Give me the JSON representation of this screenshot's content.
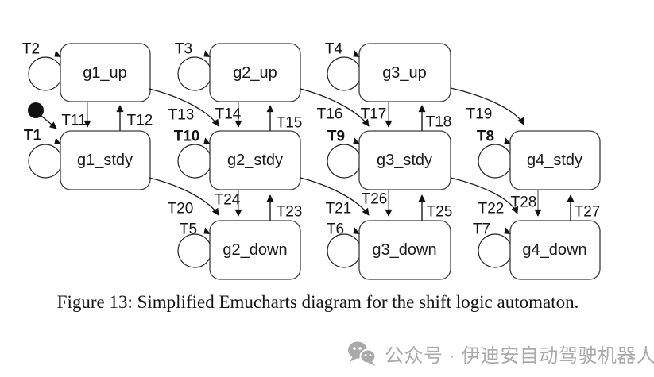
{
  "diagram": {
    "title": "shift logic automaton",
    "initial_state": "g1_stdy",
    "states": [
      {
        "label": "g1_up"
      },
      {
        "label": "g2_up"
      },
      {
        "label": "g3_up"
      },
      {
        "label": "g1_stdy"
      },
      {
        "label": "g2_stdy"
      },
      {
        "label": "g3_stdy"
      },
      {
        "label": "g4_stdy"
      },
      {
        "label": "g2_down"
      },
      {
        "label": "g3_down"
      },
      {
        "label": "g4_down"
      }
    ],
    "transitions": [
      {
        "label": "T1",
        "from": "g1_stdy",
        "to": "g1_stdy",
        "kind": "self",
        "bold": true
      },
      {
        "label": "T2",
        "from": "g1_up",
        "to": "g1_up",
        "kind": "self"
      },
      {
        "label": "T3",
        "from": "g2_up",
        "to": "g2_up",
        "kind": "self"
      },
      {
        "label": "T4",
        "from": "g3_up",
        "to": "g3_up",
        "kind": "self"
      },
      {
        "label": "T5",
        "from": "g2_down",
        "to": "g2_down",
        "kind": "self"
      },
      {
        "label": "T6",
        "from": "g3_down",
        "to": "g3_down",
        "kind": "self"
      },
      {
        "label": "T7",
        "from": "g4_down",
        "to": "g4_down",
        "kind": "self"
      },
      {
        "label": "T8",
        "from": "g4_stdy",
        "to": "g4_stdy",
        "kind": "self",
        "bold": true
      },
      {
        "label": "T9",
        "from": "g3_stdy",
        "to": "g3_stdy",
        "kind": "self",
        "bold": true
      },
      {
        "label": "T10",
        "from": "g2_stdy",
        "to": "g2_stdy",
        "kind": "self",
        "bold": true
      },
      {
        "label": "T11",
        "from": "g1_up",
        "to": "g1_stdy",
        "kind": "down",
        "line": "grey"
      },
      {
        "label": "T12",
        "from": "g1_stdy",
        "to": "g1_up",
        "kind": "up"
      },
      {
        "label": "T13",
        "from": "g1_up",
        "to": "g2_stdy",
        "kind": "curve"
      },
      {
        "label": "T14",
        "from": "g2_up",
        "to": "g2_stdy",
        "kind": "down",
        "line": "grey"
      },
      {
        "label": "T15",
        "from": "g2_stdy",
        "to": "g2_up",
        "kind": "up"
      },
      {
        "label": "T16",
        "from": "g2_up",
        "to": "g3_stdy",
        "kind": "curve"
      },
      {
        "label": "T17",
        "from": "g3_up",
        "to": "g3_stdy",
        "kind": "down",
        "line": "grey"
      },
      {
        "label": "T18",
        "from": "g3_stdy",
        "to": "g3_up",
        "kind": "up"
      },
      {
        "label": "T19",
        "from": "g3_up",
        "to": "g4_stdy",
        "kind": "curve"
      },
      {
        "label": "T20",
        "from": "g1_stdy",
        "to": "g2_down",
        "kind": "curve"
      },
      {
        "label": "T21",
        "from": "g2_stdy",
        "to": "g3_down",
        "kind": "curve"
      },
      {
        "label": "T22",
        "from": "g3_stdy",
        "to": "g4_down",
        "kind": "curve"
      },
      {
        "label": "T23",
        "from": "g2_down",
        "to": "g2_stdy",
        "kind": "up"
      },
      {
        "label": "T24",
        "from": "g2_stdy",
        "to": "g2_down",
        "kind": "down",
        "line": "grey"
      },
      {
        "label": "T25",
        "from": "g3_down",
        "to": "g3_stdy",
        "kind": "up"
      },
      {
        "label": "T26",
        "from": "g3_stdy",
        "to": "g3_down",
        "kind": "down",
        "line": "grey"
      },
      {
        "label": "T27",
        "from": "g4_down",
        "to": "g4_stdy",
        "kind": "up"
      },
      {
        "label": "T28",
        "from": "g4_stdy",
        "to": "g4_down",
        "kind": "down",
        "line": "grey"
      }
    ]
  },
  "caption": "Figure 13: Simplified Emucharts diagram for the shift logic automaton.",
  "watermark": {
    "icon": "wechat-icon",
    "text": "公众号 · 伊迪安自动驾驶机器人"
  },
  "colors": {
    "line_black": "#1a1a1a",
    "line_grey": "#9f9f9f",
    "box_border": "#3c3c3c",
    "watermark_grey": "#aaaaaa"
  }
}
